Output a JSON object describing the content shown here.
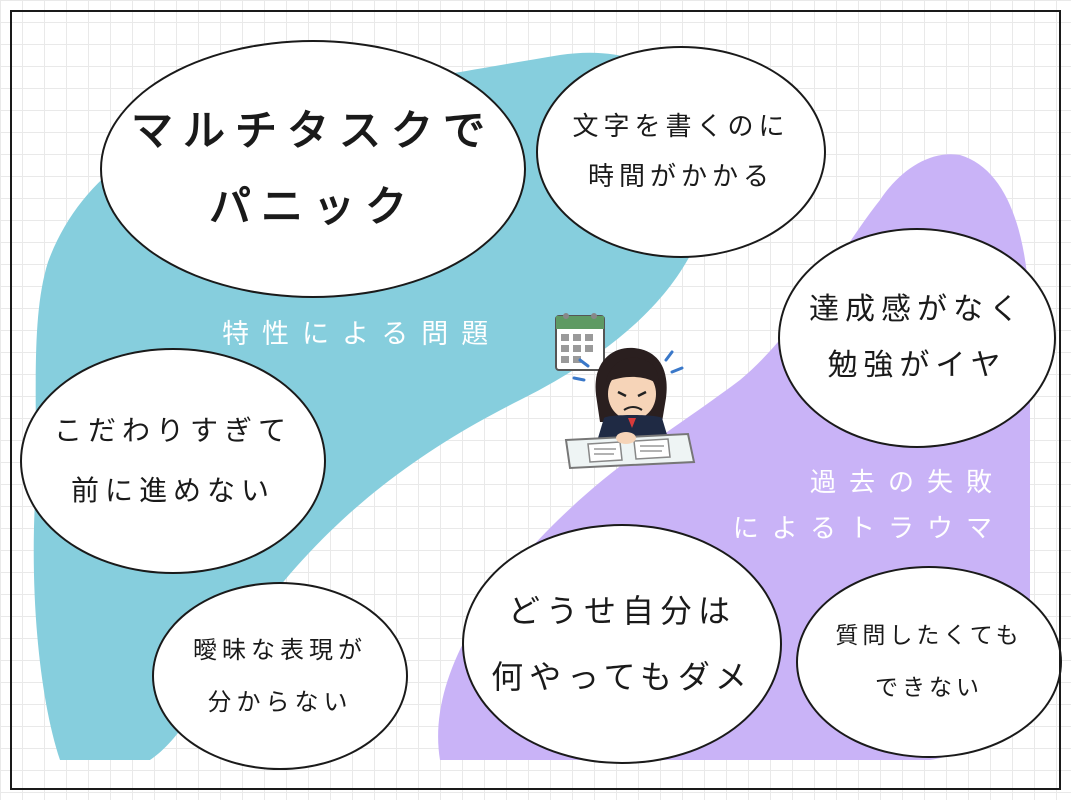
{
  "colors": {
    "teal_region": "#86CEDD",
    "purple_region": "#C9B3F7",
    "bubble_fill": "#FFFFFF",
    "bubble_border": "#1A1A1A",
    "label_text": "#FFFFFF"
  },
  "sections": {
    "traits": "特性による問題",
    "trauma": [
      "過去の失敗",
      "によるトラウマ"
    ]
  },
  "bubbles": {
    "multitask": [
      "マルチタスクで",
      "パニック"
    ],
    "writing": [
      "文字を書くのに",
      "時間がかかる"
    ],
    "achievement": [
      "達成感がなく",
      "勉強がイヤ"
    ],
    "perfectionism": [
      "こだわりすぎて",
      "前に進めない"
    ],
    "ambiguity": [
      "曖昧な表現が",
      "分からない"
    ],
    "hopeless": [
      "どうせ自分は",
      "何やってもダメ"
    ],
    "questions": [
      "質問したくても",
      "できない"
    ]
  },
  "illustration": {
    "icon": "calendar-icon",
    "figure": "stressed-student-illustration"
  }
}
